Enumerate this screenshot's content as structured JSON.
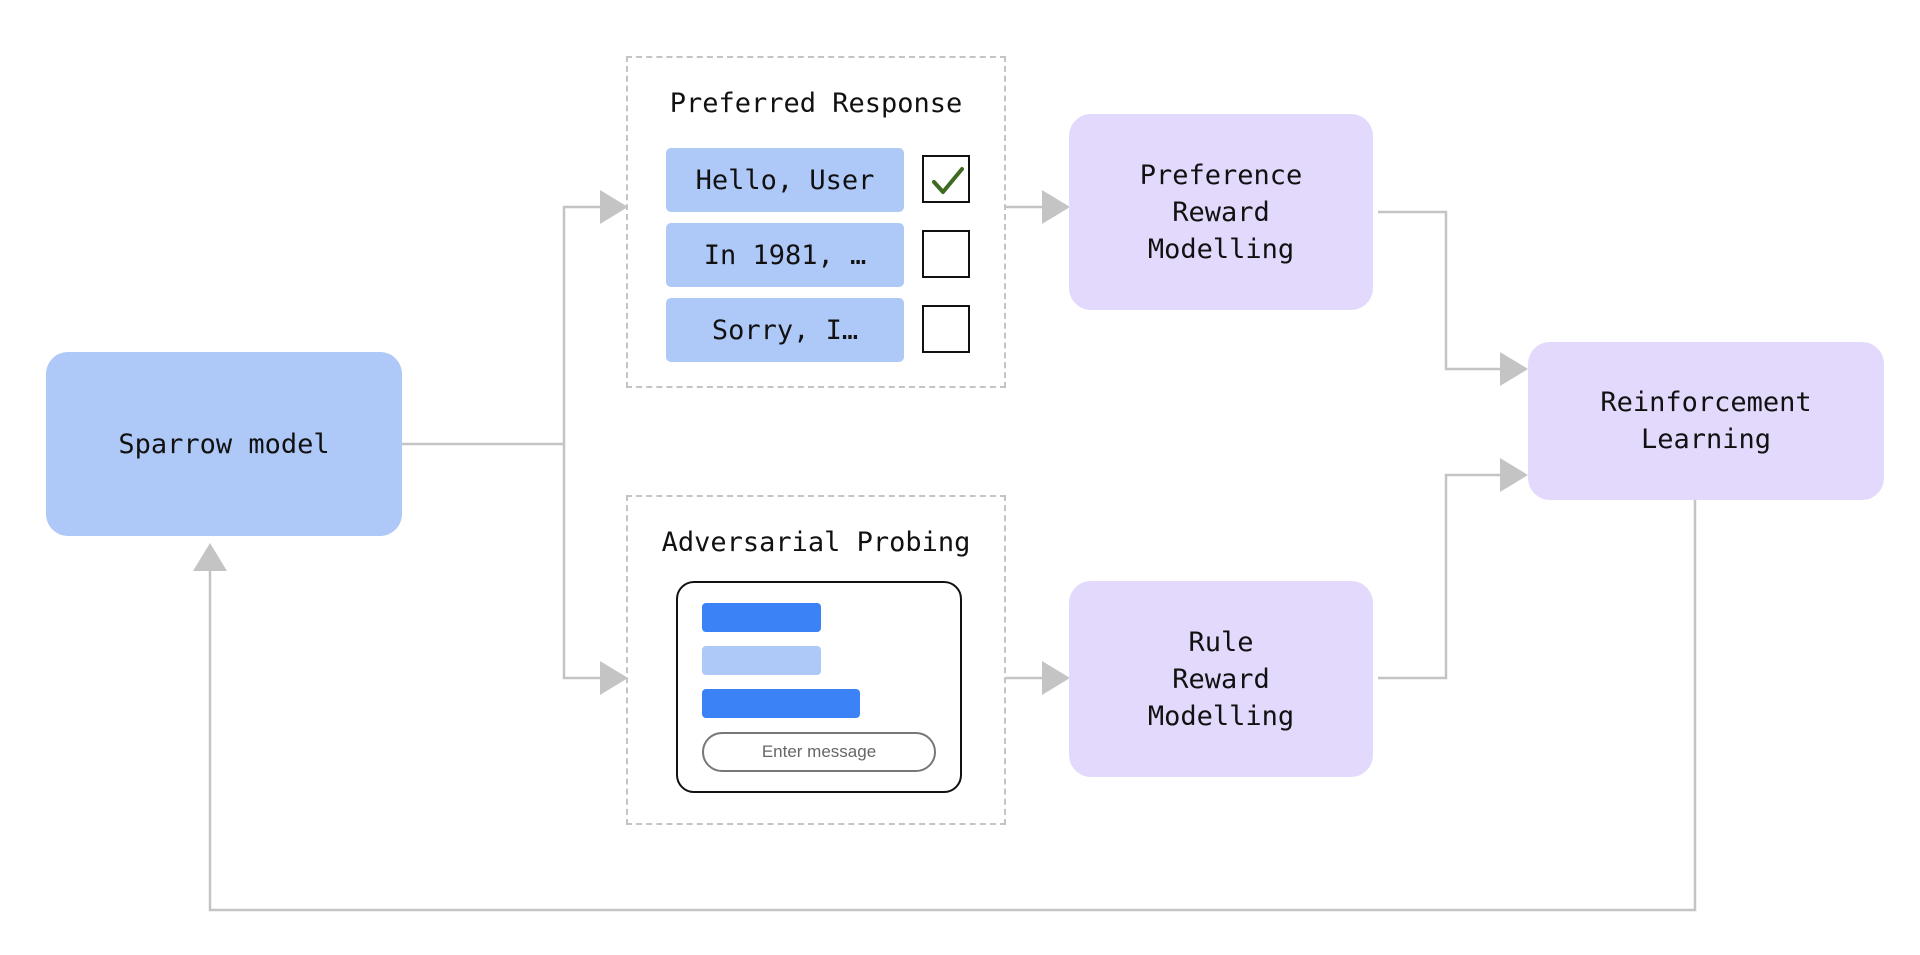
{
  "colors": {
    "model_node": "#aec8f8",
    "reward_node": "#e2d9fc",
    "message_dark": "#3b82f6",
    "message_light": "#aec8f8",
    "connector": "#c4c4c4",
    "checkmark": "#3f6a21"
  },
  "nodes": {
    "sparrow": "Sparrow model",
    "preference_reward": "Preference\nReward\nModelling",
    "rule_reward": "Rule\nReward\nModelling",
    "reinforcement": "Reinforcement\nLearning"
  },
  "preferred_response": {
    "title": "Preferred Response",
    "options": [
      {
        "label": "Hello, User",
        "checked": true
      },
      {
        "label": "In 1981, …",
        "checked": false
      },
      {
        "label": "Sorry, I…",
        "checked": false
      }
    ]
  },
  "adversarial_probing": {
    "title": "Adversarial Probing",
    "messages": [
      {
        "tone": "dark"
      },
      {
        "tone": "light"
      },
      {
        "tone": "dark"
      }
    ],
    "input_placeholder": "Enter message"
  },
  "icons": {
    "checkmark": "checkmark-icon",
    "arrowhead": "arrowhead-icon"
  }
}
